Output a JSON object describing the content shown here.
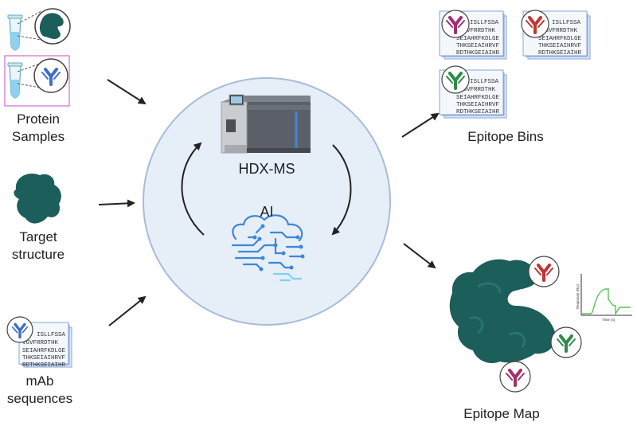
{
  "inputs": {
    "protein_samples": "Protein\nSamples",
    "target_structure": "Target\nstructure",
    "mab_sequences": "mAb\nsequences"
  },
  "center": {
    "instrument": "HDX-MS",
    "ai": "AI"
  },
  "outputs": {
    "epitope_bins": "Epitope Bins",
    "epitope_map": "Epitope Map"
  },
  "sequence_lines": [
    "ISLLFSSA",
    "VGVFRRDTHK",
    "SEIAHRFKDLGE",
    "THKSEIAIHRVF",
    "RDTHKSEIAIHR"
  ],
  "plot": {
    "ylabel": "Response (RU)",
    "xlabel": "Time (s)"
  },
  "colors": {
    "protein": "#1b5e5a",
    "antibody_blue": "#3d6fc6",
    "antibody_purple": "#a0306e",
    "antibody_red": "#c23434",
    "antibody_green": "#2f8a4a",
    "circle_fill": "#e6eef8",
    "circle_stroke": "#a8bcd8",
    "plot_line": "#5cc15a"
  },
  "icons": [
    "tube-icon",
    "protein-icon",
    "antibody-icon",
    "mass-spectrometer-icon",
    "brain-circuit-icon",
    "sensorgram-plot-icon"
  ]
}
